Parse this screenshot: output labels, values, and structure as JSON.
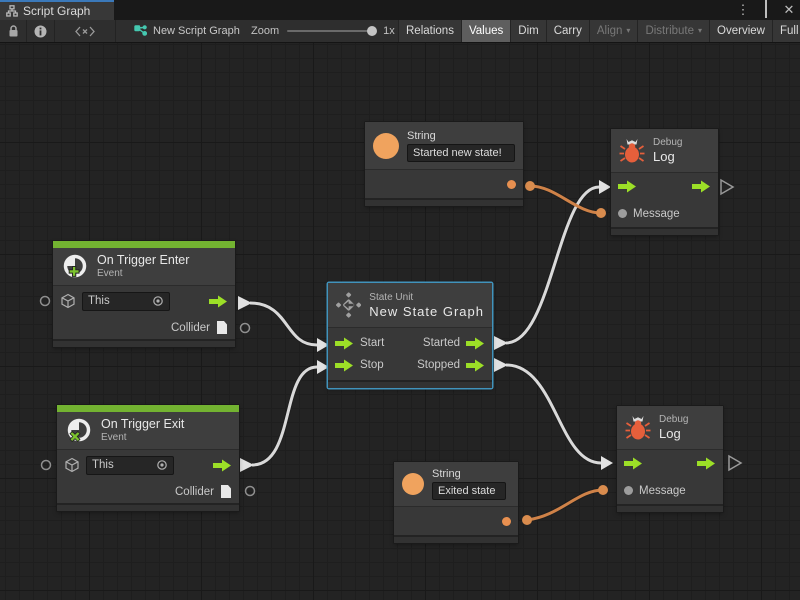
{
  "window": {
    "tab_title": "Script Graph",
    "icons": [
      "graph-hierarchy",
      "kebab-menu",
      "maximize",
      "close"
    ]
  },
  "toolbar": {
    "icons": [
      "lock",
      "info",
      "code-brackets",
      "graph-teal"
    ],
    "graph_name": "New Script Graph",
    "zoom_label": "Zoom",
    "zoom_value": "1x",
    "zoom_slider_position": "max",
    "dropdown_glyph": "▾",
    "buttons": [
      {
        "label": "Relations",
        "state": "normal"
      },
      {
        "label": "Values",
        "state": "active"
      },
      {
        "label": "Dim",
        "state": "normal"
      },
      {
        "label": "Carry",
        "state": "normal"
      },
      {
        "label": "Align",
        "state": "disabled",
        "dropdown": true
      },
      {
        "label": "Distribute",
        "state": "disabled",
        "dropdown": true
      },
      {
        "label": "Overview",
        "state": "normal"
      },
      {
        "label": "Full Scr",
        "state": "normal"
      }
    ]
  },
  "nodes": {
    "trigger_enter": {
      "title": "On Trigger Enter",
      "subtitle": "Event",
      "icon": "event-enter-icon",
      "target_value": "This",
      "output_label": "Collider"
    },
    "trigger_exit": {
      "title": "On Trigger Exit",
      "subtitle": "Event",
      "icon": "event-exit-icon",
      "target_value": "This",
      "output_label": "Collider"
    },
    "state_unit": {
      "subtitle": "State Unit",
      "title": "New State Graph",
      "icon": "state-machine-icon",
      "selected": true,
      "start_label": "Start",
      "stop_label": "Stop",
      "started_label": "Started",
      "stopped_label": "Stopped"
    },
    "string_top": {
      "title": "String",
      "icon": "string-circle-icon",
      "value": "Started new state!"
    },
    "string_bottom": {
      "title": "String",
      "icon": "string-circle-icon",
      "value": "Exited state"
    },
    "debug_top": {
      "subtitle": "Debug",
      "title": "Log",
      "icon": "bug-icon",
      "message_label": "Message"
    },
    "debug_bottom": {
      "subtitle": "Debug",
      "title": "Log",
      "icon": "bug-icon",
      "message_label": "Message"
    }
  },
  "connections": [
    {
      "from": "trigger_enter.flow_out",
      "to": "state_unit.start",
      "type": "flow"
    },
    {
      "from": "trigger_exit.flow_out",
      "to": "state_unit.stop",
      "type": "flow"
    },
    {
      "from": "state_unit.started",
      "to": "debug_top.flow_in",
      "type": "flow"
    },
    {
      "from": "state_unit.stopped",
      "to": "debug_bottom.flow_in",
      "type": "flow"
    },
    {
      "from": "string_top.output",
      "to": "debug_top.message",
      "type": "value"
    },
    {
      "from": "string_bottom.output",
      "to": "debug_bottom.message",
      "type": "value"
    }
  ],
  "colors": {
    "tab_accent_blue": "#3b79ba",
    "selection_blue": "#4193bc",
    "header_bar_green": "#73b331",
    "flow_arrow_green": "#9cdf27",
    "string_orange": "#f0a35e",
    "value_wire_orange": "#cf8248",
    "flow_wire_white": "#d9d9d9",
    "bug_orange": "#e65f3b",
    "canvas_bg": "#232323",
    "node_bg": "#383838"
  }
}
